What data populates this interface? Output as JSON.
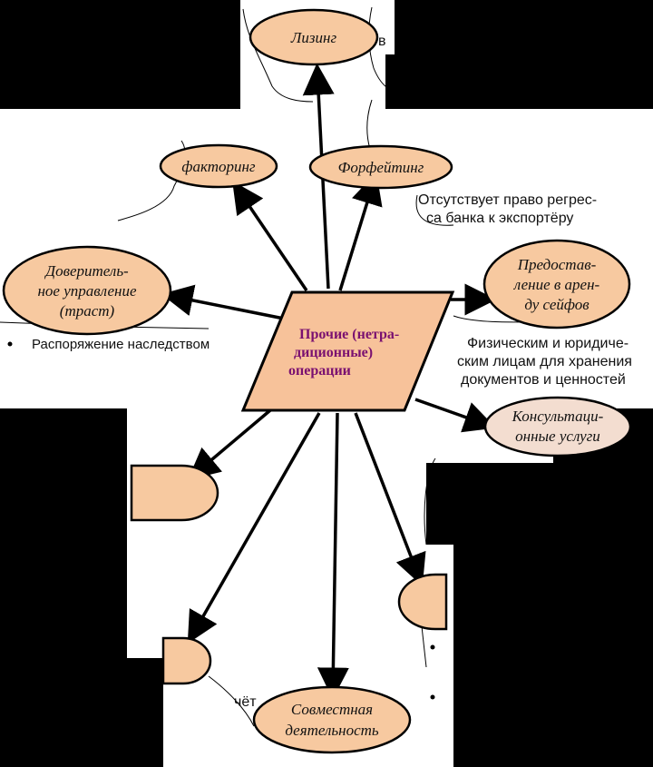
{
  "nodes": {
    "center": [
      "Прочие (нетра-",
      "диционные)",
      "операции"
    ],
    "leasing": "Лизинг",
    "factoring": "факторинг",
    "forfaiting": "Форфейтинг",
    "trust": [
      "Доверитель-",
      "ное управление",
      "(траст)"
    ],
    "safe": [
      "Предостав-",
      "ление в арен-",
      "ду сейфов"
    ],
    "consult": [
      "Консультаци-",
      "онные услуги"
    ],
    "joint": [
      "Совместная",
      "деятельность"
    ]
  },
  "notes": {
    "forfaiting": [
      "Отсутствует право регрес-",
      "са банка к экспортёру"
    ],
    "safe": [
      "Физическим и юридиче-",
      "ским лицам для хранения",
      "документов и ценностей"
    ],
    "trust": "Распоряжение наследством",
    "leasing_fragment": "в",
    "bottom_fragment": "чёт"
  },
  "colors": {
    "node_fill": "#f7c9a0",
    "consult_fill": "#f3ddd0",
    "center_fill": "#f7c29a",
    "center_text": "#7a1070",
    "white": "#ffffff"
  }
}
